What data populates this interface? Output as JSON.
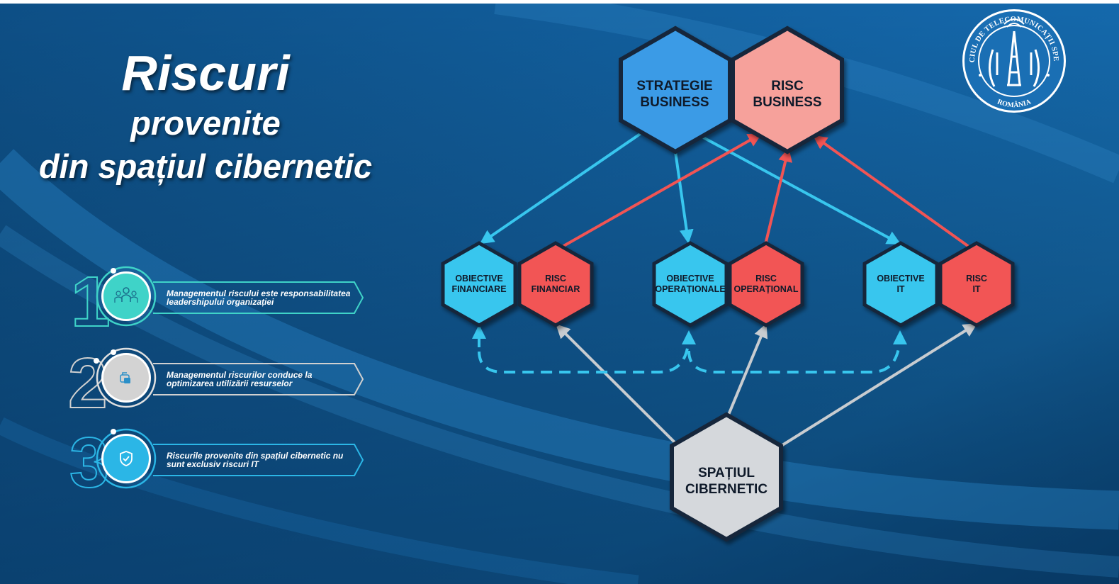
{
  "title": {
    "line1": "Riscuri",
    "line2": "provenite",
    "line3": "din spațiul cibernetic"
  },
  "cards": [
    {
      "number": "1",
      "text": "Managementul riscului este responsabilitatea leadershipului organizației",
      "icon": "people-icon",
      "color": "#3fd3c8"
    },
    {
      "number": "2",
      "text": "Managementul riscurilor conduce la optimizarea utilizării resurselor",
      "icon": "resources-icon",
      "color": "#d0d0d0"
    },
    {
      "number": "3",
      "text": "Riscurile provenite din spațiul cibernetic nu sunt exclusiv riscuri IT",
      "icon": "shield-icon",
      "color": "#2bb6e6"
    }
  ],
  "diagram": {
    "strategy": {
      "line1": "STRATEGIE",
      "line2": "BUSINESS",
      "color": "#3a9be6"
    },
    "business_risk": {
      "line1": "RISC",
      "line2": "BUSINESS",
      "color": "#f6a19b"
    },
    "cyberspace": {
      "line1": "SPAȚIUL",
      "line2": "CIBERNETIC",
      "color": "#d5d8dc"
    },
    "objectives": [
      {
        "line1": "OBIECTIVE",
        "line2": "FINANCIARE"
      },
      {
        "line1": "OBIECTIVE",
        "line2": "OPERAȚIONALE"
      },
      {
        "line1": "OBIECTIVE",
        "line2": "IT"
      }
    ],
    "risks": [
      {
        "line1": "RISC",
        "line2": "FINANCIAR"
      },
      {
        "line1": "RISC",
        "line2": "OPERAȚIONAL"
      },
      {
        "line1": "RISC",
        "line2": "IT"
      }
    ],
    "objective_color": "#38c6ee",
    "risk_color": "#f25454",
    "strategy_arrow_color": "#38c6ee",
    "risk_arrow_color": "#f25454",
    "cyber_arrow_color": "#c8ccd0"
  },
  "emblem": {
    "top_text": "SERVICIUL DE TELECOMUNICAȚII SPECIALE",
    "bottom_text": "ROMÂNIA"
  }
}
